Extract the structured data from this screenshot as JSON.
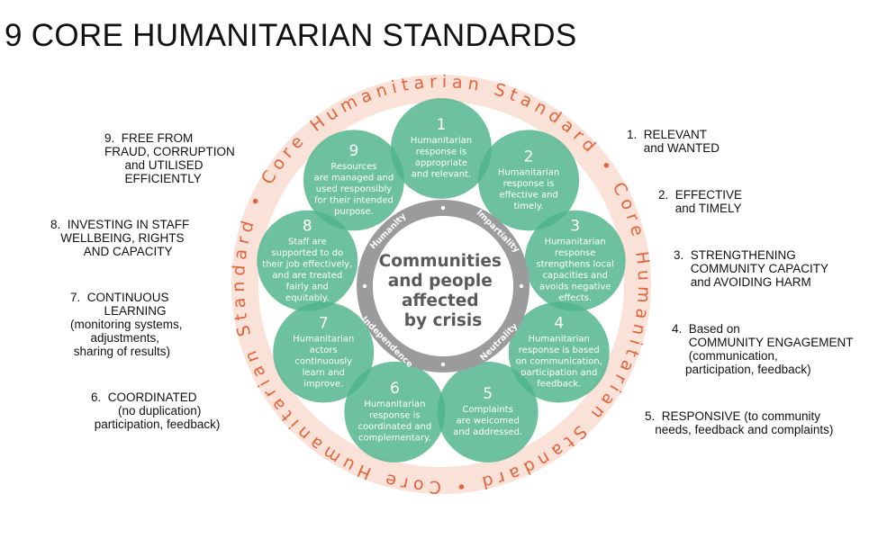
{
  "title": "9 CORE HUMANITARIAN STANDARDS",
  "colors": {
    "circle": "#4db38c",
    "ring_band": "#fbe2d8",
    "ring_text": "#e2643c",
    "inner_ring": "#9b9b9d",
    "center_text": "#5a5a5a"
  },
  "ring_text": "Core Humanitarian Standard  •  Core Humanitarian Standard  •  Core Humanitarian Standard  •",
  "center": {
    "lines": [
      "Communities",
      "and people",
      "affected",
      "by crisis"
    ]
  },
  "principles": [
    "Humanity",
    "Impartiality",
    "Neutrality",
    "Independence"
  ],
  "circles": [
    {
      "num": "1",
      "lines": [
        "Humanitarian",
        "response is",
        "appropriate",
        "and relevant."
      ]
    },
    {
      "num": "2",
      "lines": [
        "Humanitarian",
        "response is",
        "effective and",
        "timely."
      ]
    },
    {
      "num": "3",
      "lines": [
        "Humanitarian",
        "response",
        "strengthens local",
        "capacities and",
        "avoids negative",
        "effects."
      ]
    },
    {
      "num": "4",
      "lines": [
        "Humanitarian",
        "response is based",
        "on communication,",
        "participation and",
        "feedback."
      ]
    },
    {
      "num": "5",
      "lines": [
        "Complaints",
        "are welcomed",
        "and addressed."
      ]
    },
    {
      "num": "6",
      "lines": [
        "Humanitarian",
        "response is",
        "coordinated and",
        "complementary."
      ]
    },
    {
      "num": "7",
      "lines": [
        "Humanitarian",
        "actors",
        "continuously",
        "learn and",
        "improve."
      ]
    },
    {
      "num": "8",
      "lines": [
        "Staff are",
        "supported to do",
        "their job effectively,",
        "and are treated",
        "fairly and",
        "equitably."
      ]
    },
    {
      "num": "9",
      "lines": [
        "Resources",
        "are managed and",
        "used responsibly",
        "for their intended",
        "purpose."
      ]
    }
  ],
  "side_labels": [
    "1.  RELEVANT\n     and WANTED",
    "2.  EFFECTIVE\n     and TIMELY",
    "3.  STRENGTHENING\n     COMMUNITY CAPACITY\n     and AVOIDING HARM",
    "4.  Based on\n     COMMUNITY ENGAGEMENT\n     (communication,\n    participation, feedback)",
    "5.  RESPONSIVE (to community\n   needs, feedback and complaints)",
    "6.  COORDINATED\n        (no duplication)\n participation, feedback)",
    "7.  CONTINUOUS\n          LEARNING\n(monitoring systems,\n      adjustments,\n sharing of results)",
    "8.  INVESTING IN STAFF\n   WELLBEING, RIGHTS\n          AND CAPACITY",
    "9.  FREE FROM\nFRAUD, CORRUPTION\n      and UTILISED\n      EFFICIENTLY"
  ]
}
